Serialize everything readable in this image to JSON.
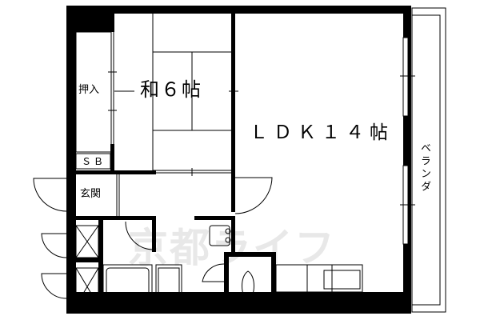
{
  "floorplan": {
    "rooms": {
      "washitsu": "和６帖",
      "oshiire": "押入",
      "sb": "ＳＢ",
      "genkan": "玄関",
      "ldk": "ＬＤＫ１４帖",
      "veranda": "ベランダ"
    },
    "watermark": "京都ライフ",
    "colors": {
      "wall": "#000000",
      "line": "#000000",
      "watermark": "#e8e8e8",
      "background": "#ffffff"
    }
  }
}
